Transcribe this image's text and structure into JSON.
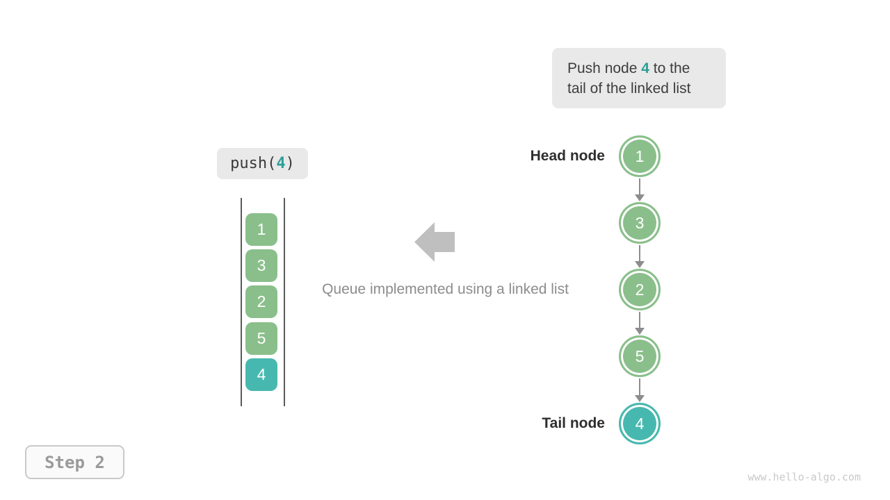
{
  "annotation": {
    "line1_prefix": "Push node ",
    "line1_value": "4",
    "line1_suffix": " to the",
    "line2": "tail of the linked list"
  },
  "push_call": {
    "prefix": "push(",
    "value": "4",
    "suffix": ")"
  },
  "queue": {
    "items": [
      {
        "label": "1",
        "highlight": false
      },
      {
        "label": "3",
        "highlight": false
      },
      {
        "label": "2",
        "highlight": false
      },
      {
        "label": "5",
        "highlight": false
      },
      {
        "label": "4",
        "highlight": true
      }
    ]
  },
  "caption": "Queue implemented using a linked list",
  "linked_list": {
    "head_label": "Head node",
    "tail_label": "Tail node",
    "nodes": [
      {
        "label": "1",
        "highlight": false
      },
      {
        "label": "3",
        "highlight": false
      },
      {
        "label": "2",
        "highlight": false
      },
      {
        "label": "5",
        "highlight": false
      },
      {
        "label": "4",
        "highlight": true
      }
    ]
  },
  "step_badge": "Step 2",
  "watermark": "www.hello-algo.com",
  "colors": {
    "node_green": "#8abf8b",
    "node_teal": "#47b8af",
    "accent_text": "#2d9e98",
    "bubble_bg": "#e9e9e9",
    "block_arrow_gray": "#bfbfbf",
    "connector_gray": "#8c8c8c"
  }
}
